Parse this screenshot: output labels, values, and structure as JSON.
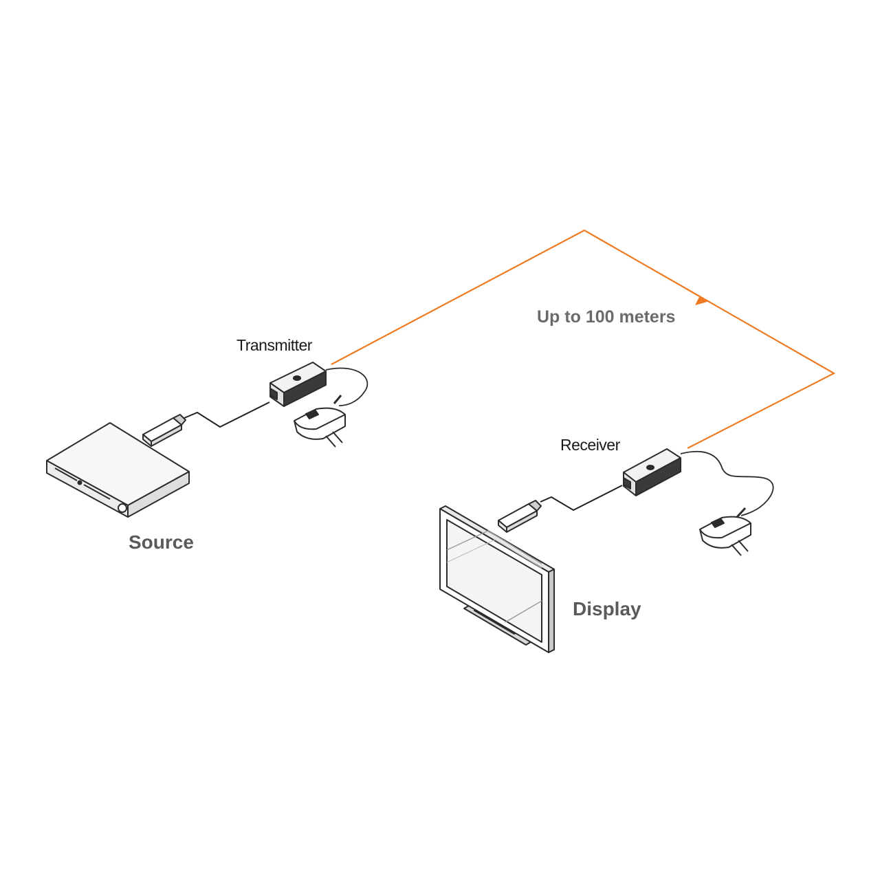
{
  "labels": {
    "transmitter": "Transmitter",
    "receiver": "Receiver",
    "source": "Source",
    "display": "Display",
    "distance": "Up to 100 meters"
  },
  "colors": {
    "link": "#ee7a22",
    "outline": "#2b2b2b",
    "device_fill": "#f3f3f3",
    "dark_fill": "#3a3a3a",
    "background": "#ffffff"
  },
  "icons": [
    "source-player-icon",
    "display-monitor-icon",
    "transmitter-icon",
    "receiver-icon",
    "power-adapter-icon",
    "hdmi-plug-icon"
  ]
}
